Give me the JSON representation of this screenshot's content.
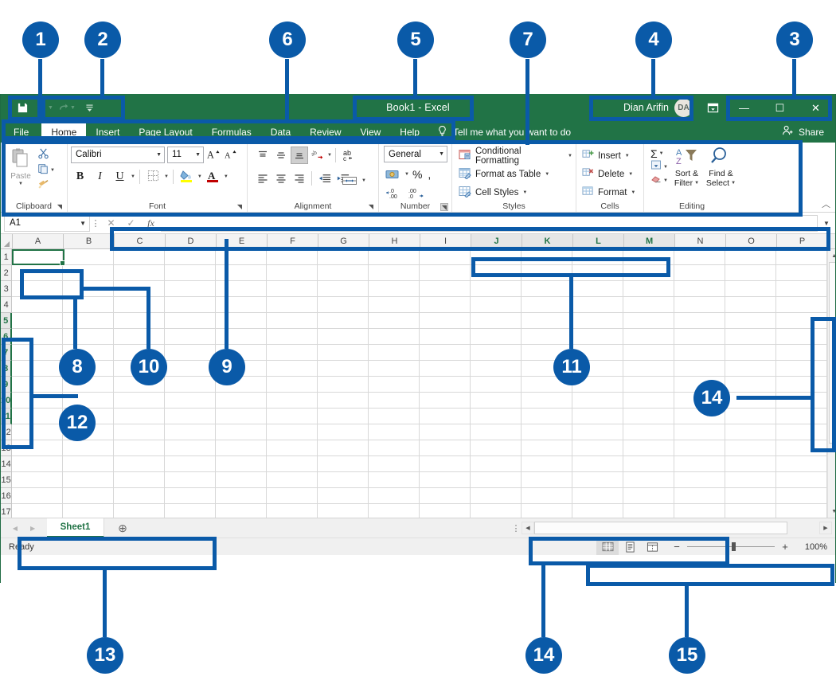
{
  "app": {
    "title": "Book1  -  Excel",
    "brand_color": "#217346",
    "callout_color": "#0a5aa8"
  },
  "titlebar": {
    "quick_access": [
      {
        "name": "save",
        "icon": "save-icon",
        "label": "Save",
        "enabled": true
      },
      {
        "name": "undo",
        "icon": "undo-icon",
        "label": "Undo",
        "enabled": false
      },
      {
        "name": "redo",
        "icon": "redo-icon",
        "label": "Redo",
        "enabled": false
      },
      {
        "name": "customize",
        "icon": "customize-quick-access-icon",
        "label": "Customize Quick Access Toolbar",
        "enabled": true
      }
    ],
    "user_name": "Dian Arifin",
    "user_initials": "DA",
    "ribbon_display_options": "Ribbon Display Options",
    "minimize": "—",
    "maximize": "☐",
    "close": "✕"
  },
  "tabs": [
    {
      "label": "File",
      "active": false,
      "file": true
    },
    {
      "label": "Home",
      "active": true
    },
    {
      "label": "Insert",
      "active": false
    },
    {
      "label": "Page Layout",
      "active": false
    },
    {
      "label": "Formulas",
      "active": false
    },
    {
      "label": "Data",
      "active": false
    },
    {
      "label": "Review",
      "active": false
    },
    {
      "label": "View",
      "active": false
    },
    {
      "label": "Help",
      "active": false
    }
  ],
  "tell_me": {
    "placeholder": "Tell me what you want to do"
  },
  "share": {
    "label": "Share"
  },
  "ribbon": {
    "groups": [
      {
        "name": "clipboard",
        "label": "Clipboard",
        "has_launcher": true,
        "items": [
          {
            "label": "Paste",
            "icon": "paste-icon"
          },
          {
            "label": "Cut",
            "icon": "scissors-icon"
          },
          {
            "label": "Copy",
            "icon": "copy-icon"
          },
          {
            "label": "Format Painter",
            "icon": "format-painter-icon"
          }
        ]
      },
      {
        "name": "font",
        "label": "Font",
        "has_launcher": true,
        "font_name": "Calibri",
        "font_size": "11",
        "items": [
          {
            "label": "Increase Font Size",
            "icon": "increase-font-icon"
          },
          {
            "label": "Decrease Font Size",
            "icon": "decrease-font-icon"
          },
          {
            "label": "Bold",
            "icon": "bold-icon",
            "glyph": "B"
          },
          {
            "label": "Italic",
            "icon": "italic-icon",
            "glyph": "I"
          },
          {
            "label": "Underline",
            "icon": "underline-icon",
            "glyph": "U"
          },
          {
            "label": "Borders",
            "icon": "borders-icon"
          },
          {
            "label": "Fill Color",
            "icon": "fill-color-icon"
          },
          {
            "label": "Font Color",
            "icon": "font-color-icon"
          }
        ]
      },
      {
        "name": "alignment",
        "label": "Alignment",
        "has_launcher": true,
        "items": [
          {
            "label": "Top Align",
            "icon": "top-align-icon"
          },
          {
            "label": "Middle Align",
            "icon": "middle-align-icon"
          },
          {
            "label": "Bottom Align",
            "icon": "bottom-align-icon"
          },
          {
            "label": "Orientation",
            "icon": "orientation-icon"
          },
          {
            "label": "Wrap Text",
            "icon": "wrap-text-icon"
          },
          {
            "label": "Align Left",
            "icon": "align-left-icon"
          },
          {
            "label": "Center",
            "icon": "align-center-icon"
          },
          {
            "label": "Align Right",
            "icon": "align-right-icon"
          },
          {
            "label": "Decrease Indent",
            "icon": "decrease-indent-icon"
          },
          {
            "label": "Increase Indent",
            "icon": "increase-indent-icon"
          },
          {
            "label": "Merge & Center",
            "icon": "merge-center-icon"
          }
        ]
      },
      {
        "name": "number",
        "label": "Number",
        "has_launcher": true,
        "format": "General",
        "items": [
          {
            "label": "Accounting Number Format",
            "icon": "currency-icon"
          },
          {
            "label": "Percent Style",
            "icon": "percent-icon",
            "glyph": "%"
          },
          {
            "label": "Comma Style",
            "icon": "comma-icon",
            "glyph": ","
          },
          {
            "label": "Increase Decimal",
            "icon": "increase-decimal-icon"
          },
          {
            "label": "Decrease Decimal",
            "icon": "decrease-decimal-icon"
          }
        ]
      },
      {
        "name": "styles",
        "label": "Styles",
        "has_launcher": false,
        "items": [
          {
            "label": "Conditional Formatting",
            "icon": "conditional-formatting-icon",
            "caret": true
          },
          {
            "label": "Format as Table",
            "icon": "format-as-table-icon",
            "caret": true
          },
          {
            "label": "Cell Styles",
            "icon": "cell-styles-icon",
            "caret": true
          }
        ]
      },
      {
        "name": "cells",
        "label": "Cells",
        "has_launcher": false,
        "items": [
          {
            "label": "Insert",
            "icon": "insert-cells-icon",
            "caret": true
          },
          {
            "label": "Delete",
            "icon": "delete-cells-icon",
            "caret": true
          },
          {
            "label": "Format",
            "icon": "format-cells-icon",
            "caret": true
          }
        ]
      },
      {
        "name": "editing",
        "label": "Editing",
        "has_launcher": false,
        "items": [
          {
            "label": "AutoSum",
            "icon": "autosum-icon",
            "glyph": "Σ"
          },
          {
            "label": "Fill",
            "icon": "fill-icon"
          },
          {
            "label": "Clear",
            "icon": "clear-icon"
          },
          {
            "label": "Sort & Filter",
            "icon": "sort-filter-icon",
            "line1": "Sort &",
            "line2": "Filter"
          },
          {
            "label": "Find & Select",
            "icon": "find-select-icon",
            "line1": "Find &",
            "line2": "Select"
          }
        ]
      }
    ],
    "collapse_label": "Collapse the Ribbon"
  },
  "formula_bar": {
    "name_box_value": "A1",
    "cancel_label": "Cancel",
    "enter_label": "Enter",
    "insert_function_label": "fx",
    "input_value": "",
    "expand_label": "Expand Formula Bar"
  },
  "grid": {
    "columns": [
      "A",
      "B",
      "C",
      "D",
      "E",
      "F",
      "G",
      "H",
      "I",
      "J",
      "K",
      "L",
      "M",
      "N",
      "O",
      "P"
    ],
    "rows": [
      1,
      2,
      3,
      4,
      5,
      6,
      7,
      8,
      9,
      10,
      11,
      12,
      13,
      14,
      15,
      16,
      17
    ],
    "active_cell": "A1",
    "selected_columns": [
      "J",
      "K",
      "L",
      "M"
    ],
    "selected_rows": [
      5,
      6,
      7,
      8,
      9,
      10,
      11
    ]
  },
  "sheet_bar": {
    "prev_label": "Previous Sheet",
    "next_label": "Next Sheet",
    "sheets": [
      {
        "name": "Sheet1",
        "active": true
      }
    ],
    "add_sheet_label": "New sheet"
  },
  "status_bar": {
    "status": "Ready",
    "views": [
      {
        "label": "Normal",
        "icon": "normal-view-icon",
        "active": true
      },
      {
        "label": "Page Layout",
        "icon": "page-layout-view-icon",
        "active": false
      },
      {
        "label": "Page Break Preview",
        "icon": "page-break-view-icon",
        "active": false
      }
    ],
    "zoom_out": "−",
    "zoom_in": "+",
    "zoom_level": "100%"
  },
  "callouts": [
    {
      "n": "1"
    },
    {
      "n": "2"
    },
    {
      "n": "3"
    },
    {
      "n": "4"
    },
    {
      "n": "5"
    },
    {
      "n": "6"
    },
    {
      "n": "7"
    },
    {
      "n": "8"
    },
    {
      "n": "9"
    },
    {
      "n": "10"
    },
    {
      "n": "11"
    },
    {
      "n": "12"
    },
    {
      "n": "13"
    },
    {
      "n": "14"
    },
    {
      "n": "14"
    },
    {
      "n": "15"
    }
  ]
}
